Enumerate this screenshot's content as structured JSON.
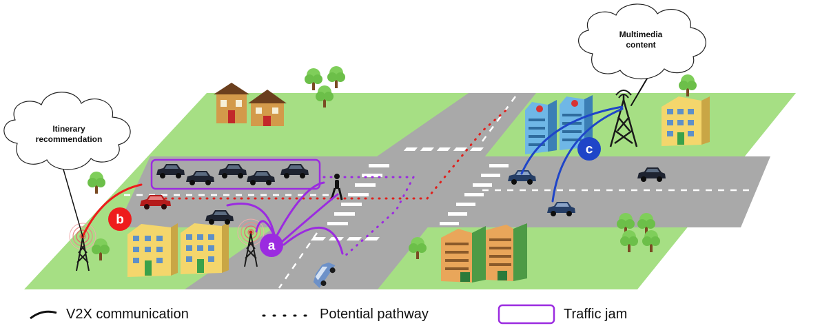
{
  "clouds": {
    "itinerary": "Itinerary recommendation",
    "multimedia": "Multimedia content"
  },
  "badges": {
    "a": "a",
    "b": "b",
    "c": "c"
  },
  "legend": {
    "v2x": "V2X communication",
    "pathway": "Potential pathway",
    "jam": "Traffic jam"
  },
  "colors": {
    "ground": "#a6df84",
    "road": "#a9a9a9",
    "v2x_purple": "#9b2be0",
    "v2x_red": "#ee1c1c",
    "v2x_blue": "#1f45c8",
    "pathway_red": "#e0201c"
  }
}
